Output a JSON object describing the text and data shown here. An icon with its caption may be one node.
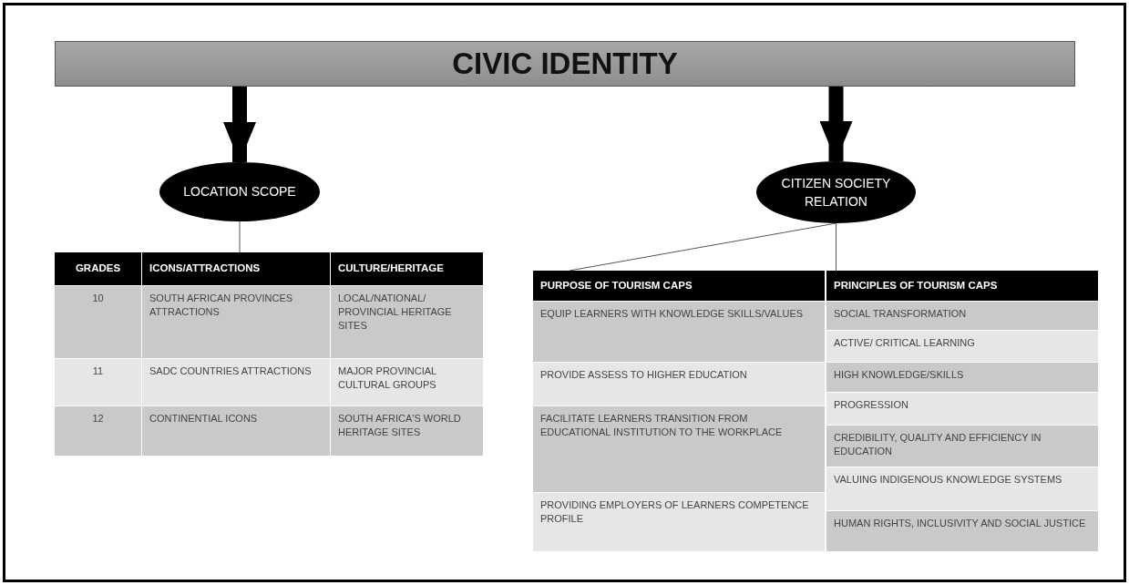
{
  "diagram": {
    "nodes": [
      {
        "text": [
          "CIVIC IDENTITY"
        ]
      },
      {
        "text": [
          "LOCATION SCOPE"
        ]
      },
      {
        "text": [
          "CITIZEN SOCIETY RELATION"
        ]
      },
      {
        "text": [
          "GRADES",
          "ICONS/ATTRACTIONS",
          "CULTURE/HERITAGE",
          "10",
          "SOUTH AFRICAN PROVINCES ATTRACTIONS",
          "LOCAL/NATIONAL/ PROVINCIAL HERITAGE SITES",
          "11",
          "SADC COUNTRIES ATTRACTIONS",
          "MAJOR PROVINCIAL CULTURAL GROUPS",
          "12",
          "CONTINENTIAL ICONS",
          "SOUTH AFRICA'S WORLD HERITAGE SITES"
        ]
      },
      {
        "text": [
          "PURPOSE OF TOURISM CAPS",
          "EQUIP LEARNERS WITH KNOWLEDGE SKILLS/VALUES",
          "PROVIDE ASSESS TO HIGHER EDUCATION",
          "FACILITATE LEARNERS TRANSITION FROM EDUCATIONAL INSTITUTION TO THE WORKPLACE",
          "PROVIDING EMPLOYERS OF LEARNERS COMPETENCE PROFILE"
        ]
      },
      {
        "text": [
          "PRINCIPLES OF TOURISM CAPS",
          "SOCIAL TRANSFORMATION",
          "ACTIVE/ CRITICAL LEARNING",
          "HIGH KNOWLEDGE/SKILLS",
          "PROGRESSION",
          "CREDIBILITY, QUALITY AND EFFICIENCY IN EDUCATION",
          "VALUING INDIGENOUS KNOWLEDGE SYSTEMS",
          "HUMAN RIGHTS, INCLUSIVITY AND SOCIAL JUSTICE"
        ]
      }
    ],
    "edges": [
      {
        "from": 0,
        "to": 1,
        "arrow": "to",
        "style": "thick"
      },
      {
        "from": 0,
        "to": 2,
        "arrow": "to",
        "style": "thick"
      },
      {
        "from": 1,
        "to": 3,
        "arrow": "none"
      },
      {
        "from": 2,
        "to": 4,
        "arrow": "none"
      },
      {
        "from": 2,
        "to": 5,
        "arrow": "none"
      }
    ]
  }
}
